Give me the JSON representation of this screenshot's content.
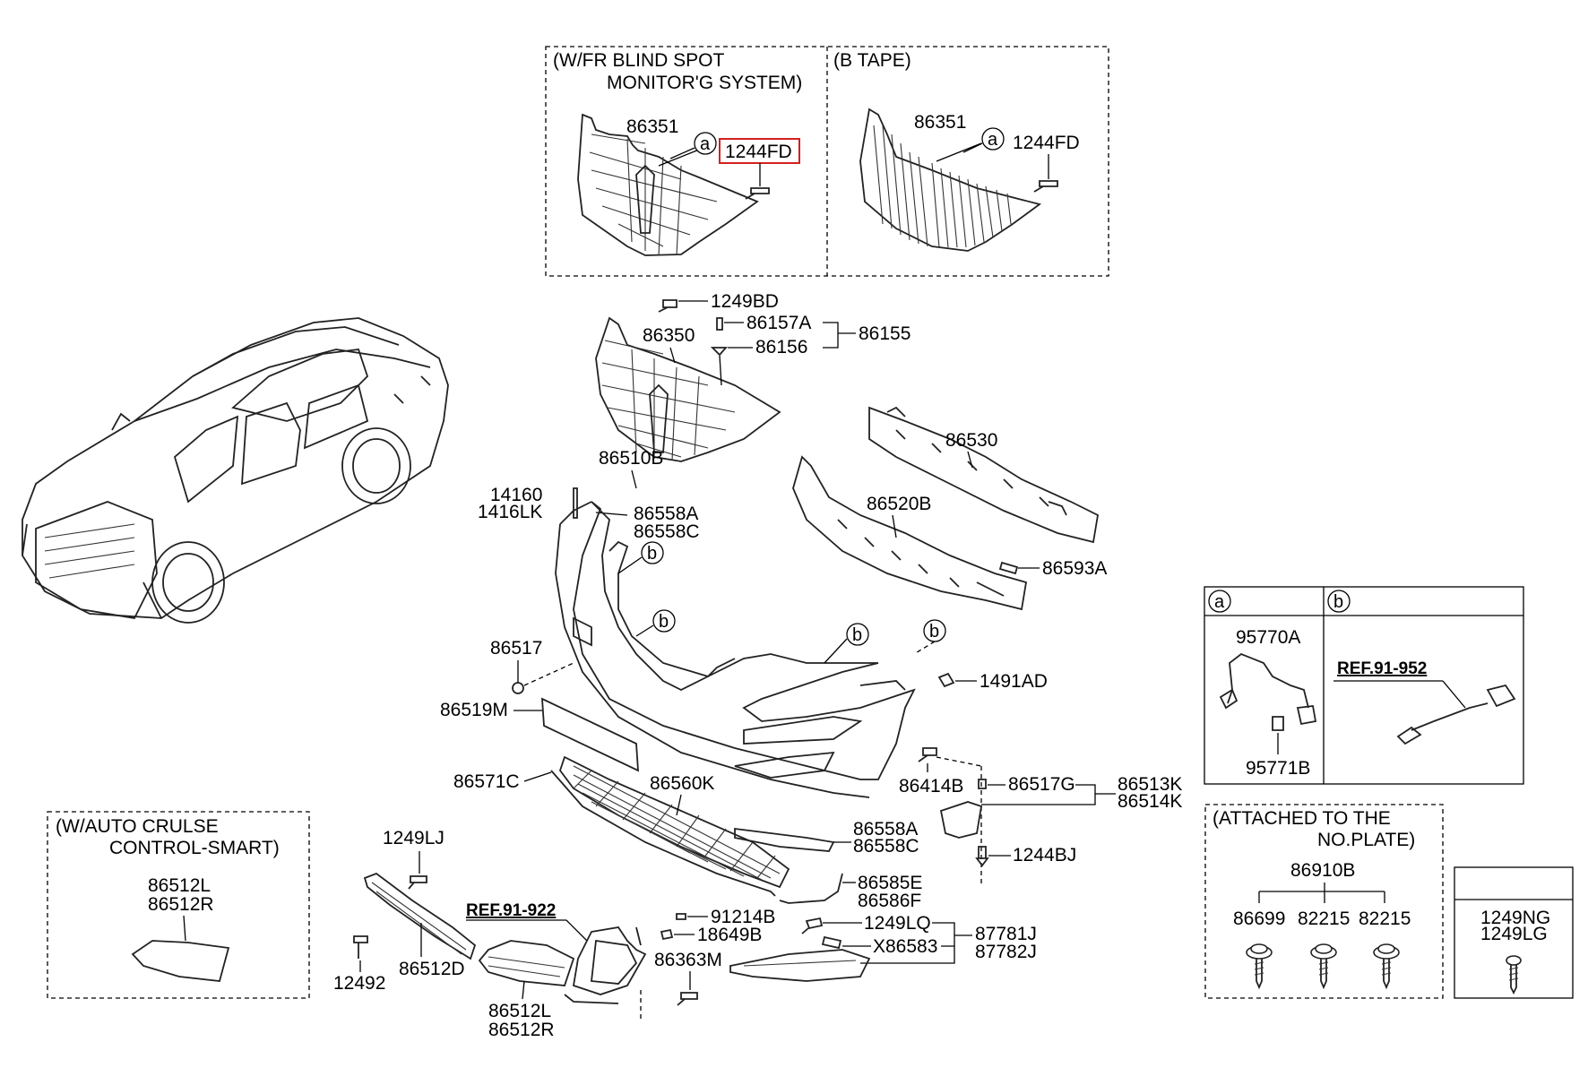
{
  "boxes": {
    "bsm_title_1": "(W/FR BLIND SPOT",
    "bsm_title_2": "MONITOR'G SYSTEM)",
    "btape_title": "(B TAPE)",
    "auto_title_1": "(W/AUTO CRULSE",
    "auto_title_2": "CONTROL-SMART)",
    "plate_title_1": "(ATTACHED TO THE",
    "plate_title_2": "NO.PLATE)",
    "detail_a": "a",
    "detail_b": "b"
  },
  "labels": {
    "p86351_bsm": "86351",
    "p1244FD_bsm": "1244FD",
    "p86351_bt": "86351",
    "p1244FD_bt": "1244FD",
    "p1249BD": "1249BD",
    "p86157A": "86157A",
    "p86155": "86155",
    "p86350": "86350",
    "p86156": "86156",
    "p86530": "86530",
    "p86510B": "86510B",
    "p14160": "14160",
    "p1416LK": "1416LK",
    "p86558A_top": "86558A",
    "p86558C_top": "86558C",
    "p86520B": "86520B",
    "p86593A": "86593A",
    "p86517": "86517",
    "p1491AD": "1491AD",
    "p86519M": "86519M",
    "p86571C": "86571C",
    "p86560K": "86560K",
    "p86414B": "86414B",
    "p86517G": "86517G",
    "p86513K": "86513K",
    "p86514K": "86514K",
    "p86558A_bot": "86558A",
    "p86558C_bot": "86558C",
    "p1244BJ": "1244BJ",
    "p1249LJ": "1249LJ",
    "p86585E": "86585E",
    "p86586F": "86586F",
    "ref91922": "REF.91-922",
    "p91214B": "91214B",
    "p18649B": "18649B",
    "p1249LQ": "1249LQ",
    "p87781J": "87781J",
    "pX86583": "X86583",
    "p87782J": "87782J",
    "p86363M": "86363M",
    "p12492": "12492",
    "p86512D": "86512D",
    "p86512L_bot": "86512L",
    "p86512R_bot": "86512R",
    "p86512L_box": "86512L",
    "p86512R_box": "86512R",
    "p95770A": "95770A",
    "p95771B": "95771B",
    "ref91952": "REF.91-952",
    "p86910B": "86910B",
    "p86699": "86699",
    "p82215_1": "82215",
    "p82215_2": "82215",
    "p1249NG": "1249NG",
    "p1249LG": "1249LG"
  },
  "callouts": {
    "a": "a",
    "b": "b"
  }
}
